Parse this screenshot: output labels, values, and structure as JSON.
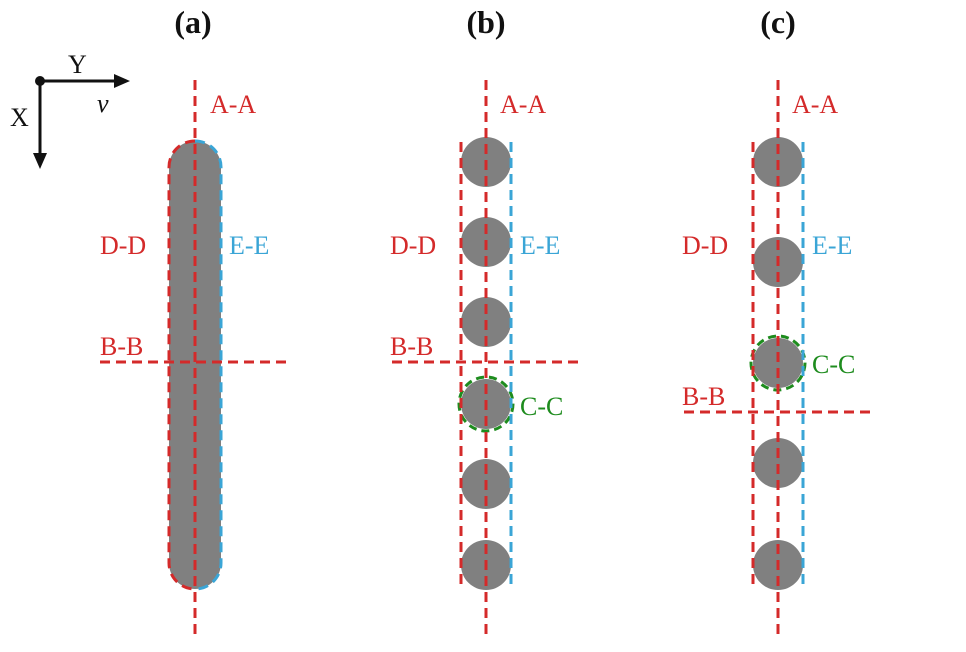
{
  "panels": [
    {
      "title": "(a)",
      "aa": "A-A",
      "dd": "D-D",
      "ee": "E-E",
      "bb": "B-B"
    },
    {
      "title": "(b)",
      "aa": "A-A",
      "dd": "D-D",
      "ee": "E-E",
      "bb": "B-B",
      "cc": "C-C"
    },
    {
      "title": "(c)",
      "aa": "A-A",
      "dd": "D-D",
      "ee": "E-E",
      "bb": "B-B",
      "cc": "C-C"
    }
  ],
  "axes": {
    "x": "X",
    "y": "Y",
    "v": "v"
  },
  "colors": {
    "section_red": "#d42a2a",
    "section_blue": "#3aa5d6",
    "section_green": "#1e8c1e",
    "solid_gray": "#808080"
  }
}
